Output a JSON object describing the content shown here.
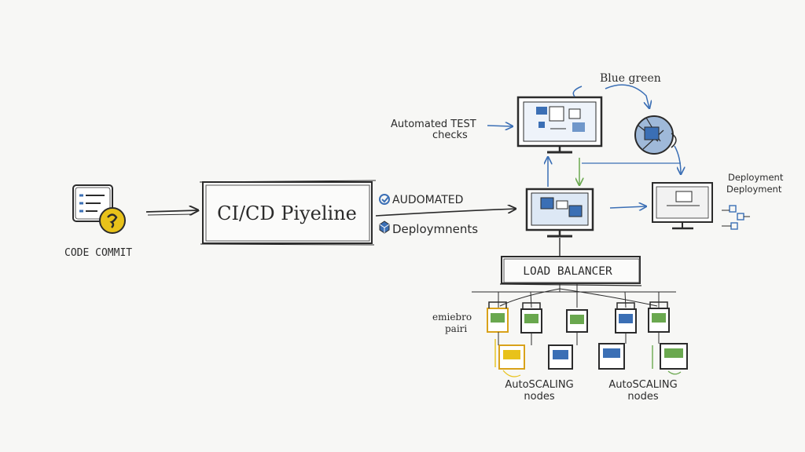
{
  "nodes": {
    "code_commit": "CODE COMMIT",
    "pipeline": "CI/CD Piyeline",
    "automated": "AUDOMATED",
    "deployments": "Deploymnents",
    "automated_test_line1": "Automated TEST",
    "automated_test_line2": "checks",
    "blue_green": "Blue green",
    "deployment_line1": "Deployment",
    "deployment_line2": "Deployment",
    "load_balancer": "LOAD BALANCER",
    "env_pair_line1": "emiebro",
    "env_pair_line2": "pairi",
    "autoscaling_left_line1": "AutoSCALING",
    "autoscaling_left_line2": "nodes",
    "autoscaling_right_line1": "AutoSCALING",
    "autoscaling_right_line2": "nodes"
  },
  "colors": {
    "ink": "#2b2b2b",
    "blue": "#3b6fb5",
    "green": "#6aa84f",
    "yellow": "#e8c21a",
    "orange": "#d9a21a"
  },
  "icons": [
    "document-icon",
    "commit-badge-icon",
    "check-icon",
    "package-icon",
    "monitor-icon",
    "server-icon",
    "flow-icon"
  ]
}
